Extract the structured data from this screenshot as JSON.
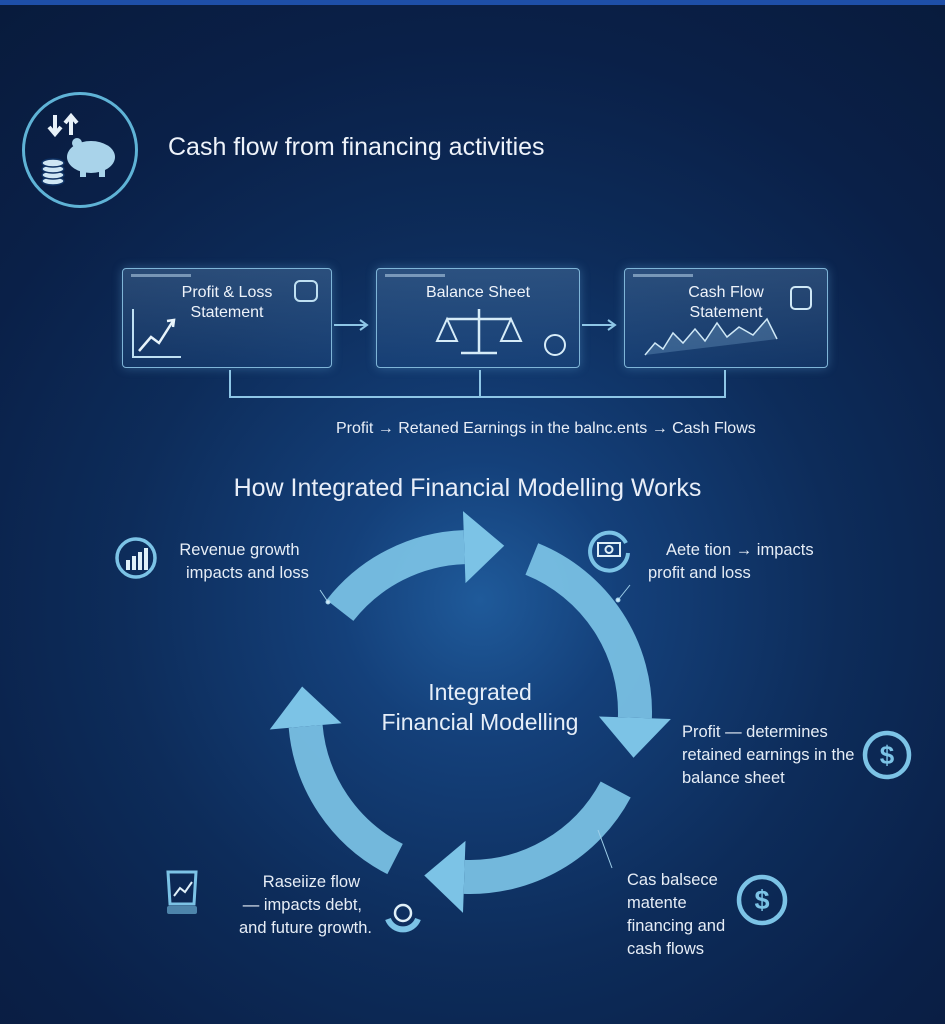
{
  "header": {
    "title": "Cash flow from financing activities",
    "icon": "piggy-bank-cash-icon"
  },
  "statements": [
    {
      "label": "Profit & Loss\nStatement",
      "icon": "trend-chart-icon"
    },
    {
      "label": "Balance Sheet",
      "icon": "scales-icon"
    },
    {
      "label": "Cash Flow\nStatement",
      "icon": "dollar-chart-icon"
    }
  ],
  "caption": "Profit → Retaned Earnings in the balnc.ents → Cash Flows",
  "section_title": "How Integrated Financial Modelling Works",
  "cycle": {
    "center_line1": "Integrated",
    "center_line2": "Financial Modelling",
    "color": "#7cc3e6"
  },
  "notes": [
    {
      "lines": [
        "Revenue growth",
        "impacts and loss"
      ],
      "icon": "bar-chart-icon"
    },
    {
      "lines": [
        "Aete tion → impacts",
        "profit and loss"
      ],
      "icon": "cash-cycle-icon"
    },
    {
      "lines": [
        "Profit — determines",
        "retained earnings in the",
        "balance sheet"
      ],
      "icon": "dollar-circle-icon"
    },
    {
      "lines": [
        "Cas balsece",
        "matente",
        "financing and",
        "cash flows"
      ],
      "icon": "dollar-circle-icon"
    },
    {
      "lines": [
        "Raseiize flow",
        "— impacts debt,",
        "and future growth."
      ],
      "icon": "report-chart-icon"
    }
  ]
}
